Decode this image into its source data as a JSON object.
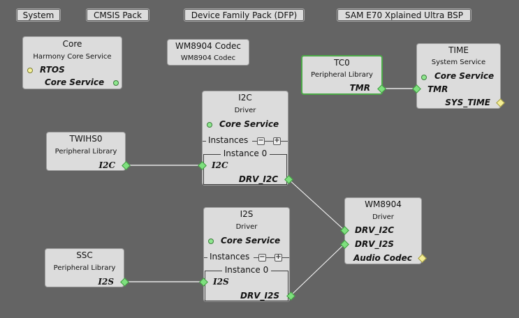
{
  "tabs": [
    "System",
    "CMSIS Pack",
    "Device Family Pack (DFP)",
    "SAM E70 Xplained Ultra BSP"
  ],
  "nodes": {
    "core": {
      "title": "Core",
      "subtitle": "Harmony Core Service",
      "ports": [
        "RTOS",
        "Core Service"
      ]
    },
    "wm8904_codec": {
      "title": "WM8904 Codec",
      "subtitle": "WM8904 Codec"
    },
    "tc0": {
      "title": "TC0",
      "subtitle": "Peripheral Library",
      "ports": [
        "TMR"
      ]
    },
    "time": {
      "title": "TIME",
      "subtitle": "System Service",
      "ports": [
        "Core Service",
        "TMR",
        "SYS_TIME"
      ]
    },
    "i2c": {
      "title": "I2C",
      "subtitle": "Driver",
      "ports": [
        "Core Service",
        "I2C",
        "DRV_I2C"
      ],
      "instances_label": "Instances",
      "instance_label": "Instance 0"
    },
    "twihs0": {
      "title": "TWIHS0",
      "subtitle": "Peripheral Library",
      "ports": [
        "I2C"
      ]
    },
    "i2s": {
      "title": "I2S",
      "subtitle": "Driver",
      "ports": [
        "Core Service",
        "I2S",
        "DRV_I2S"
      ],
      "instances_label": "Instances",
      "instance_label": "Instance 0"
    },
    "ssc": {
      "title": "SSC",
      "subtitle": "Peripheral Library",
      "ports": [
        "I2S"
      ]
    },
    "wm8904": {
      "title": "WM8904",
      "subtitle": "Driver",
      "ports": [
        "DRV_I2C",
        "DRV_I2S",
        "Audio Codec"
      ]
    }
  },
  "instance_controls": {
    "minus": "−",
    "plus": "+"
  },
  "connections": [
    {
      "from": "TC0.TMR",
      "to": "TIME.TMR"
    },
    {
      "from": "TWIHS0.I2C",
      "to": "I2C.I2C"
    },
    {
      "from": "SSC.I2S",
      "to": "I2S.I2S"
    },
    {
      "from": "I2C.DRV_I2C",
      "to": "WM8904.DRV_I2C"
    },
    {
      "from": "I2S.DRV_I2S",
      "to": "WM8904.DRV_I2S"
    }
  ]
}
